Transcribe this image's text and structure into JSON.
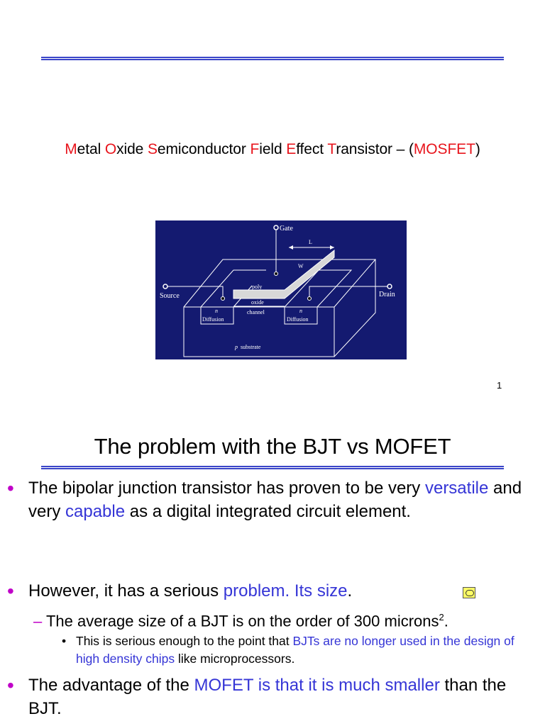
{
  "slide1": {
    "title_parts": [
      {
        "t": "M",
        "red": true
      },
      {
        "t": "etal ",
        "red": false
      },
      {
        "t": "O",
        "red": true
      },
      {
        "t": "xide ",
        "red": false
      },
      {
        "t": "S",
        "red": true
      },
      {
        "t": "emiconductor ",
        "red": false
      },
      {
        "t": "F",
        "red": true
      },
      {
        "t": "ield ",
        "red": false
      },
      {
        "t": "E",
        "red": true
      },
      {
        "t": "ffect ",
        "red": false
      },
      {
        "t": "T",
        "red": true
      },
      {
        "t": "ransistor – (",
        "red": false
      },
      {
        "t": "MOSFET",
        "red": true
      },
      {
        "t": ")",
        "red": false
      }
    ],
    "figure": {
      "gate": "Gate",
      "source": "Source",
      "drain": "Drain",
      "L": "L",
      "W": "W",
      "poly": "poly",
      "oxide": "oxide",
      "channel": "channel",
      "n": "n",
      "diffusion": "Diffusion",
      "p": "p",
      "substrate": "substrate"
    },
    "page_number": "1"
  },
  "slide2": {
    "title": "The problem with the BJT vs MOFET",
    "bullets": {
      "b1_a": "The bipolar junction transistor has proven to be very ",
      "b1_versatile": "versatile",
      "b1_b": " and very ",
      "b1_capable": "capable",
      "b1_c": " as a digital integrated circuit element.",
      "b2_a": "However, it has a serious ",
      "b2_problem": "problem. Its size",
      "b2_b": ".",
      "sub_a": "The average size of a BJT is on the order of 300 microns",
      "sub_sup": "2",
      "sub_b": ".",
      "subsub_a": "This is serious enough to the point that ",
      "subsub_blue": "BJTs are no longer used in the design of high density chips",
      "subsub_b": " like microprocessors.",
      "b3_a": "The advantage of the ",
      "b3_blue": "MOFET is that it is much smaller",
      "b3_b": " than the BJT."
    }
  },
  "colors": {
    "accent_red": "#e8141c",
    "highlight_blue": "#3535d6",
    "bullet_magenta": "#c000c8",
    "rule_blue": "#3a45c8",
    "figure_bg": "#141a70"
  }
}
